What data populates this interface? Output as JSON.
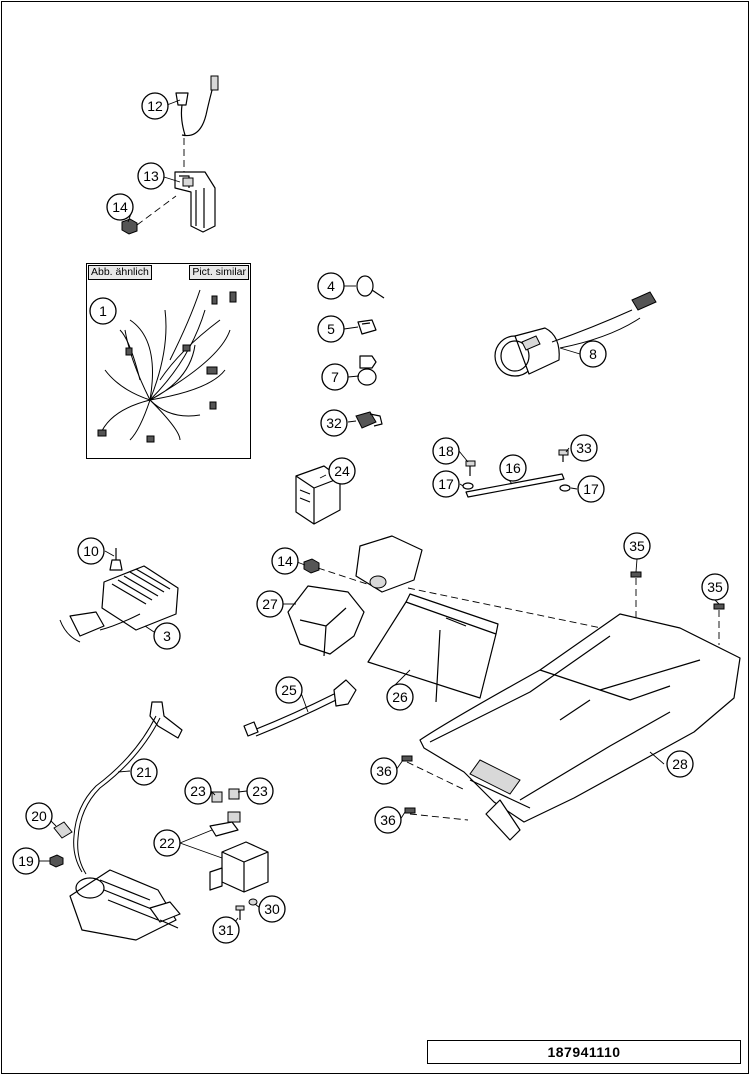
{
  "inset": {
    "label_left": "Abb. ähnlich",
    "label_right": "Pict. similar"
  },
  "callouts": [
    {
      "id": "c12",
      "text": "12"
    },
    {
      "id": "c13",
      "text": "13"
    },
    {
      "id": "c14a",
      "text": "14"
    },
    {
      "id": "c1",
      "text": "1"
    },
    {
      "id": "c4",
      "text": "4"
    },
    {
      "id": "c5",
      "text": "5"
    },
    {
      "id": "c7",
      "text": "7"
    },
    {
      "id": "c32",
      "text": "32"
    },
    {
      "id": "c8",
      "text": "8"
    },
    {
      "id": "c18",
      "text": "18"
    },
    {
      "id": "c33",
      "text": "33"
    },
    {
      "id": "c16",
      "text": "16"
    },
    {
      "id": "c17a",
      "text": "17"
    },
    {
      "id": "c17b",
      "text": "17"
    },
    {
      "id": "c24",
      "text": "24"
    },
    {
      "id": "c10",
      "text": "10"
    },
    {
      "id": "c14b",
      "text": "14"
    },
    {
      "id": "c35a",
      "text": "35"
    },
    {
      "id": "c35b",
      "text": "35"
    },
    {
      "id": "c27",
      "text": "27"
    },
    {
      "id": "c3",
      "text": "3"
    },
    {
      "id": "c26",
      "text": "26"
    },
    {
      "id": "c25",
      "text": "25"
    },
    {
      "id": "c36a",
      "text": "36"
    },
    {
      "id": "c36b",
      "text": "36"
    },
    {
      "id": "c28",
      "text": "28"
    },
    {
      "id": "c21",
      "text": "21"
    },
    {
      "id": "c23a",
      "text": "23"
    },
    {
      "id": "c23b",
      "text": "23"
    },
    {
      "id": "c20",
      "text": "20"
    },
    {
      "id": "c22",
      "text": "22"
    },
    {
      "id": "c19",
      "text": "19"
    },
    {
      "id": "c30",
      "text": "30"
    },
    {
      "id": "c31",
      "text": "31"
    }
  ],
  "document_number": "187941110"
}
